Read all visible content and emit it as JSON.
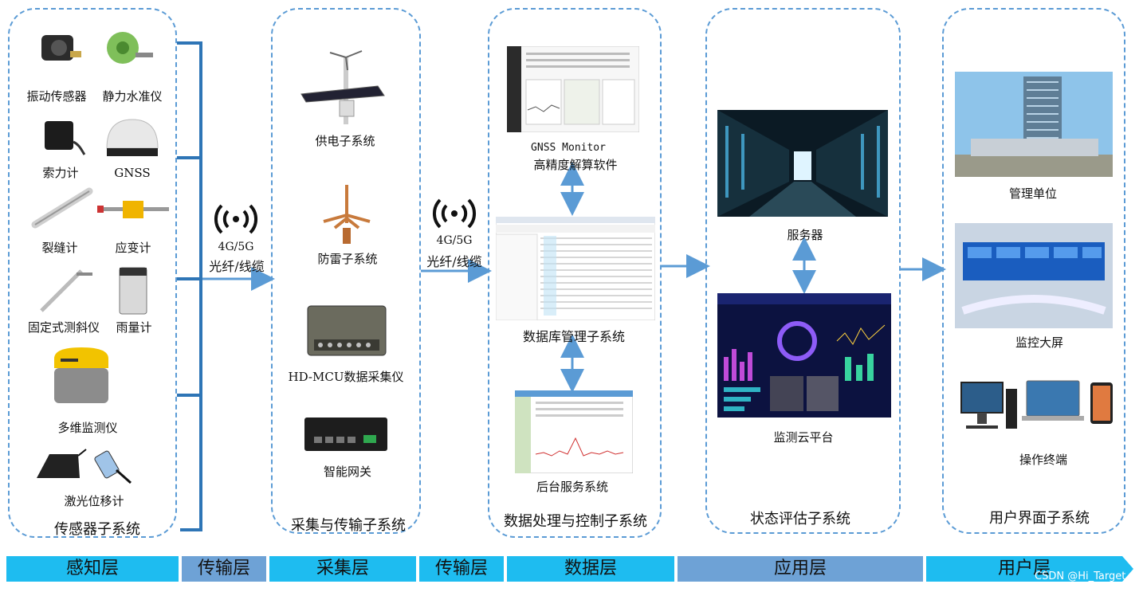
{
  "panels": {
    "sensor": {
      "title": "传感器子系统",
      "items": [
        "振动传感器",
        "静力水准仪",
        "索力计",
        "GNSS",
        "裂缝计",
        "应变计",
        "固定式测斜仪",
        "雨量计",
        "多维监测仪",
        "激光位移计"
      ]
    },
    "acquisition": {
      "title": "采集与传输子系统",
      "items": [
        "供电子系统",
        "防雷子系统",
        "HD-MCU数据采集仪",
        "智能网关"
      ]
    },
    "data": {
      "title": "数据处理与控制子系统",
      "gnss_line1": "GNSS Monitor",
      "gnss_line2": "高精度解算软件",
      "db": "数据库管理子系统",
      "backend": "后台服务系统"
    },
    "eval": {
      "title": "状态评估子系统",
      "server": "服务器",
      "cloud": "监测云平台"
    },
    "user": {
      "title": "用户界面子系统",
      "items": [
        "管理单位",
        "监控大屏",
        "操作终端"
      ]
    }
  },
  "links": [
    {
      "line1": "4G/5G",
      "line2": "光纤/线缆"
    },
    {
      "line1": "4G/5G",
      "line2": "光纤/线缆"
    }
  ],
  "layers": [
    "感知层",
    "传输层",
    "采集层",
    "传输层",
    "数据层",
    "应用层",
    "用户层"
  ],
  "watermark": "CSDN @Hi_Target",
  "colors": {
    "dash": "#5b9bd5",
    "arrow": "#5b9bd5",
    "bar": "#1ebcf0",
    "bar_alt": "#6ea2d6"
  },
  "icons": [
    "wireless-signal-icon",
    "wireless-signal-icon"
  ]
}
